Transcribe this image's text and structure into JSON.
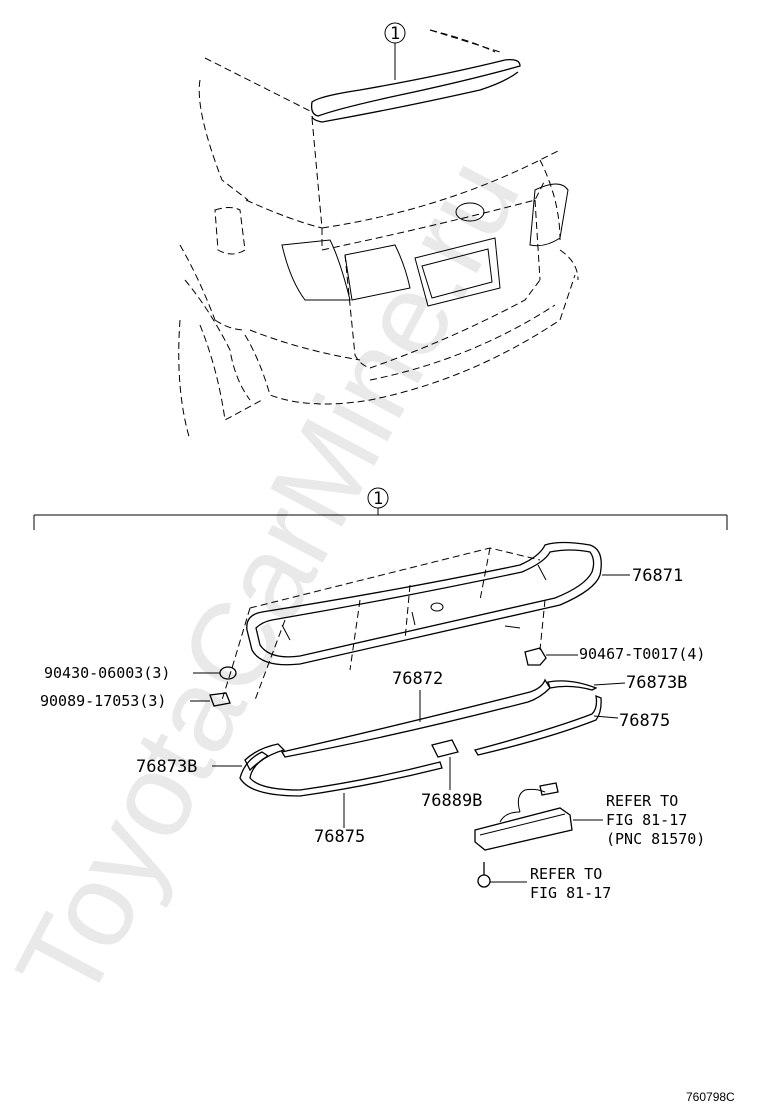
{
  "watermark": "ToyotaCarMine.ru",
  "diagram_code": "760798C",
  "callout_top": "1",
  "callout_assembly": "1",
  "parts": {
    "p76871": "76871",
    "p90467": "90467-T0017(4)",
    "p90430": "90430-06003(3)",
    "p90089": "90089-17053(3)",
    "p76872": "76872",
    "p76873B_right": "76873B",
    "p76875_right": "76875",
    "p76873B_left": "76873B",
    "p76889B": "76889B",
    "p76875_left": "76875"
  },
  "refs": {
    "lamp": [
      "REFER TO",
      "FIG 81-17",
      "(PNC 81570)"
    ],
    "screw": [
      "REFER TO",
      "FIG 81-17"
    ]
  }
}
